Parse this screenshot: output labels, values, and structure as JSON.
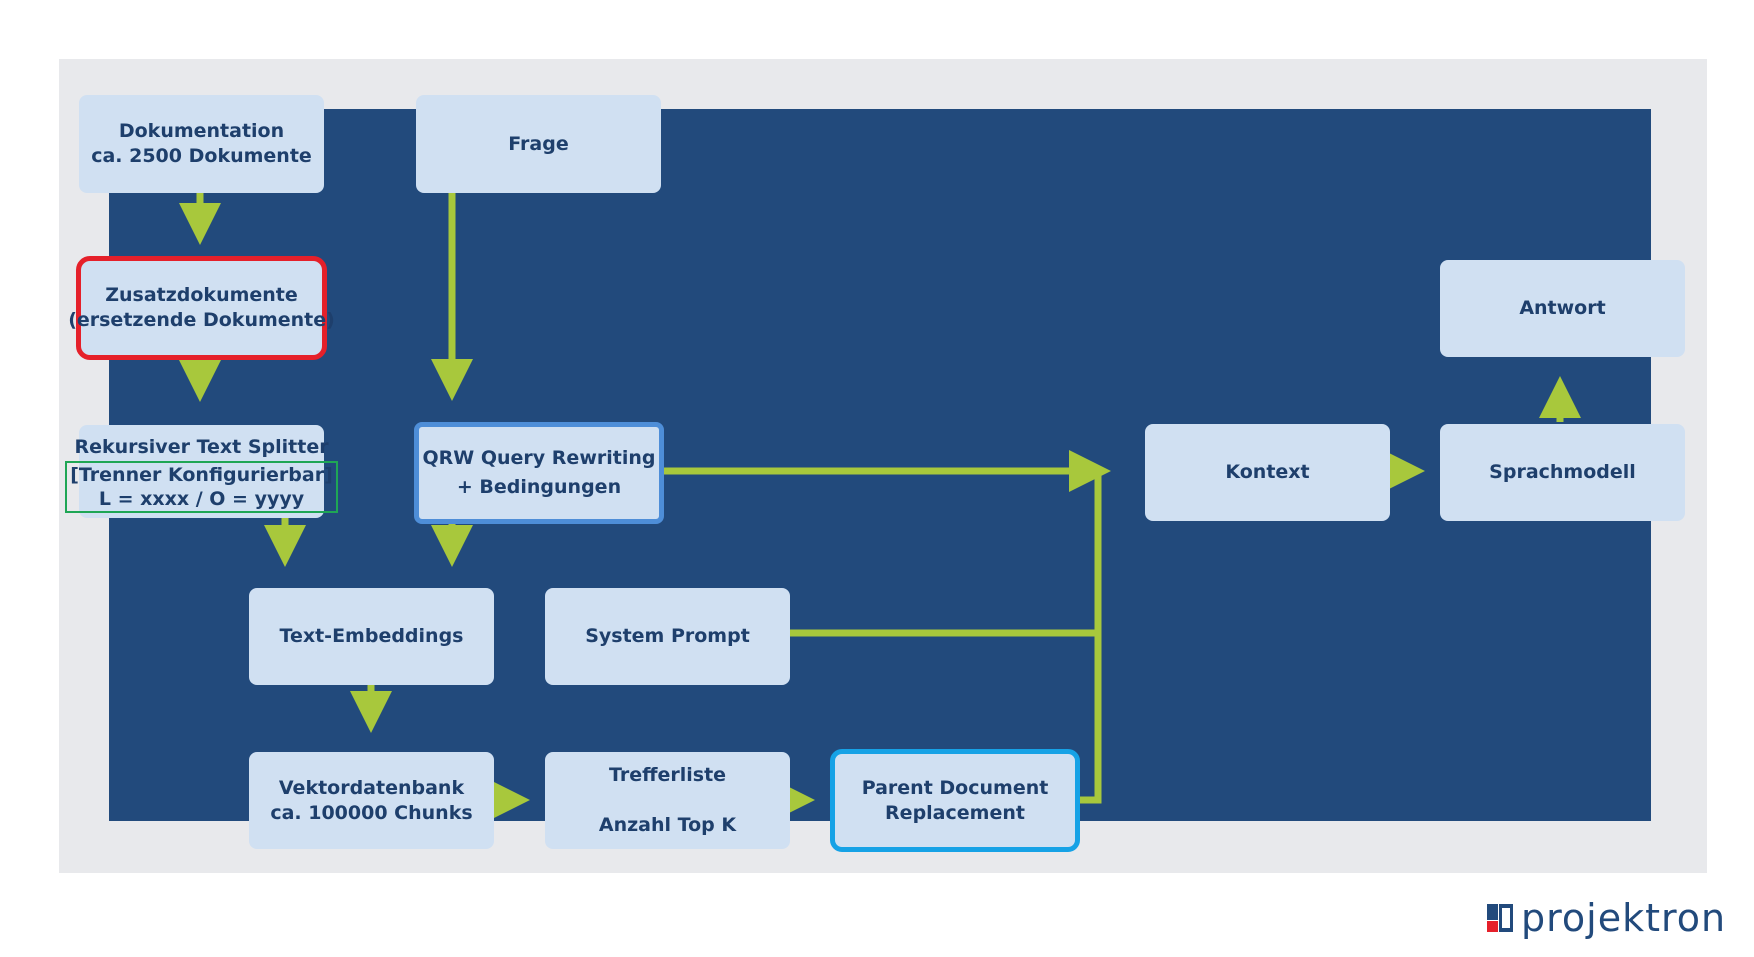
{
  "diagram": {
    "nodes": {
      "dokumentation": [
        "Dokumentation",
        "ca. 2500 Dokumente"
      ],
      "frage": [
        "Frage"
      ],
      "zusatzdokumente": [
        "Zusatzdokumente",
        "(ersetzende Dokumente)"
      ],
      "splitter": {
        "title": "Rekursiver Text Splitter",
        "sub": [
          "[Trenner Konfigurierbar]",
          "L = xxxx / O = yyyy"
        ]
      },
      "qrw": [
        "QRW Query Rewriting",
        "+ Bedingungen"
      ],
      "embeddings": [
        "Text-Embeddings"
      ],
      "system_prompt": [
        "System Prompt"
      ],
      "vektordatenbank": [
        "Vektordatenbank",
        "ca. 100000 Chunks"
      ],
      "trefferliste": [
        "Trefferliste",
        "",
        "Anzahl Top K"
      ],
      "parent_document": [
        "Parent Document",
        "Replacement"
      ],
      "kontext": [
        "Kontext"
      ],
      "sprachmodell": [
        "Sprachmodell"
      ],
      "antwort": [
        "Antwort"
      ]
    },
    "edges": [
      [
        "Dokumentation",
        "Zusatzdokumente"
      ],
      [
        "Zusatzdokumente",
        "Rekursiver Text Splitter"
      ],
      [
        "Rekursiver Text Splitter",
        "Text-Embeddings"
      ],
      [
        "Frage",
        "QRW Query Rewriting"
      ],
      [
        "QRW Query Rewriting",
        "Text-Embeddings"
      ],
      [
        "QRW Query Rewriting",
        "Kontext"
      ],
      [
        "Text-Embeddings",
        "Vektordatenbank"
      ],
      [
        "Vektordatenbank",
        "Trefferliste"
      ],
      [
        "Trefferliste",
        "Parent Document"
      ],
      [
        "Parent Document",
        "Kontext"
      ],
      [
        "System Prompt",
        "Kontext"
      ],
      [
        "Kontext",
        "Sprachmodell"
      ],
      [
        "Sprachmodell",
        "Antwort"
      ]
    ]
  },
  "logo": {
    "text": "projektron"
  },
  "colors": {
    "frame": "#e8e9ec",
    "panel": "#224a7c",
    "box": "#d0e0f2",
    "text": "#1e3f6c",
    "arrow": "#a8c83c",
    "highlight_red": "#e5202a",
    "highlight_green": "#1fa655",
    "highlight_blue": "#16a2e6",
    "qrw_border": "#4e8ed8",
    "logo_red": "#e5202a",
    "logo_blue": "#224a7c"
  }
}
